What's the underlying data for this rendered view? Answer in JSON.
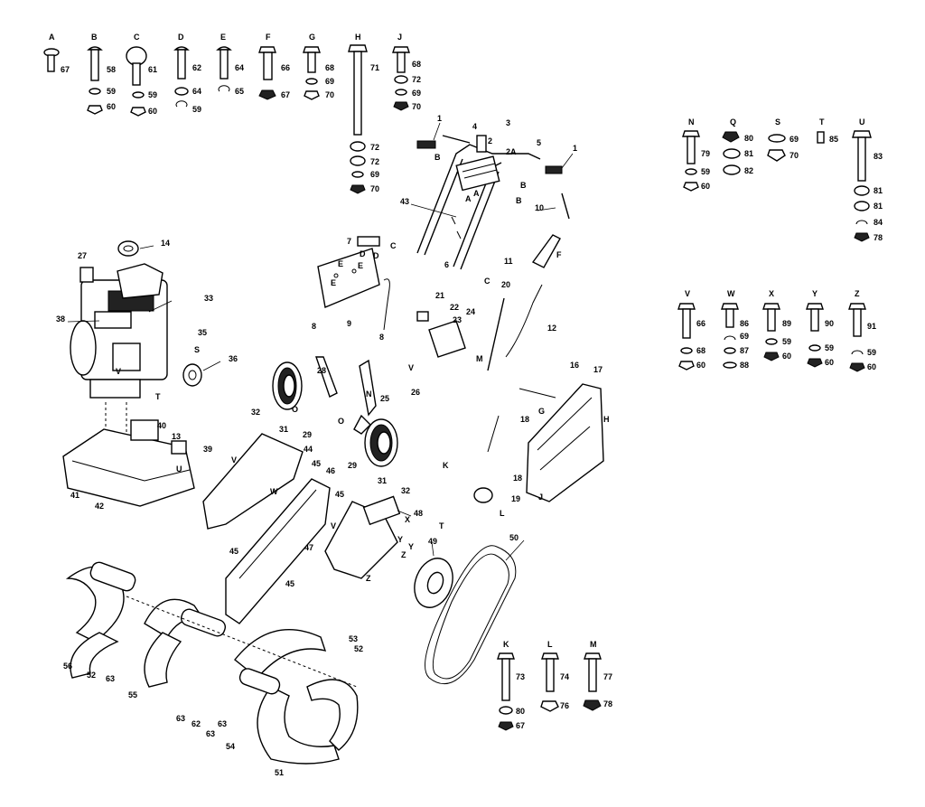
{
  "hardware_groups": [
    {
      "letter": "A",
      "items": [
        "67"
      ]
    },
    {
      "letter": "B",
      "items": [
        "58",
        "59",
        "60"
      ]
    },
    {
      "letter": "C",
      "items": [
        "61",
        "59",
        "60"
      ]
    },
    {
      "letter": "D",
      "items": [
        "62",
        "64",
        "59"
      ]
    },
    {
      "letter": "E",
      "items": [
        "64",
        "65"
      ]
    },
    {
      "letter": "F",
      "items": [
        "66",
        "67"
      ]
    },
    {
      "letter": "G",
      "items": [
        "68",
        "69",
        "70"
      ]
    },
    {
      "letter": "H",
      "items": [
        "71",
        "72",
        "72",
        "69",
        "70"
      ]
    },
    {
      "letter": "J",
      "items": [
        "68",
        "72",
        "69",
        "70"
      ]
    },
    {
      "letter": "N",
      "items": [
        "79",
        "59",
        "60"
      ]
    },
    {
      "letter": "Q",
      "items": [
        "80",
        "81",
        "82"
      ]
    },
    {
      "letter": "S",
      "items": [
        "69",
        "70"
      ]
    },
    {
      "letter": "T",
      "items": [
        "85"
      ]
    },
    {
      "letter": "U",
      "items": [
        "83",
        "81",
        "81",
        "84",
        "78"
      ]
    },
    {
      "letter": "V",
      "items": [
        "66",
        "68",
        "60"
      ]
    },
    {
      "letter": "W",
      "items": [
        "86",
        "69",
        "87",
        "88"
      ]
    },
    {
      "letter": "X",
      "items": [
        "89",
        "59",
        "60"
      ]
    },
    {
      "letter": "Y",
      "items": [
        "90",
        "59",
        "60"
      ]
    },
    {
      "letter": "Z",
      "items": [
        "91",
        "59",
        "60"
      ]
    },
    {
      "letter": "K",
      "items": [
        "73",
        "80",
        "67"
      ]
    },
    {
      "letter": "L",
      "items": [
        "74",
        "76"
      ]
    },
    {
      "letter": "M",
      "items": [
        "77",
        "78"
      ]
    }
  ],
  "callouts": [
    "1",
    "1",
    "2",
    "2A",
    "3",
    "4",
    "5",
    "6",
    "7",
    "8",
    "8",
    "9",
    "10",
    "11",
    "12",
    "13",
    "14",
    "16",
    "17",
    "18",
    "18",
    "19",
    "20",
    "21",
    "22",
    "23",
    "24",
    "25",
    "26",
    "27",
    "28",
    "29",
    "29",
    "31",
    "31",
    "32",
    "32",
    "33",
    "35",
    "36",
    "38",
    "39",
    "40",
    "41",
    "42",
    "43",
    "44",
    "45",
    "45",
    "45",
    "45",
    "46",
    "47",
    "48",
    "49",
    "50",
    "51",
    "52",
    "52",
    "53",
    "54",
    "55",
    "56",
    "63",
    "63",
    "63",
    "63",
    "62"
  ],
  "assembly_letters": [
    "A",
    "A",
    "B",
    "B",
    "B",
    "C",
    "C",
    "D",
    "D",
    "E",
    "E",
    "E",
    "F",
    "G",
    "H",
    "J",
    "K",
    "L",
    "M",
    "N",
    "O",
    "O",
    "S",
    "T",
    "T",
    "U",
    "V",
    "V",
    "V",
    "V",
    "W",
    "X",
    "Y",
    "Y",
    "Z",
    "Z"
  ]
}
